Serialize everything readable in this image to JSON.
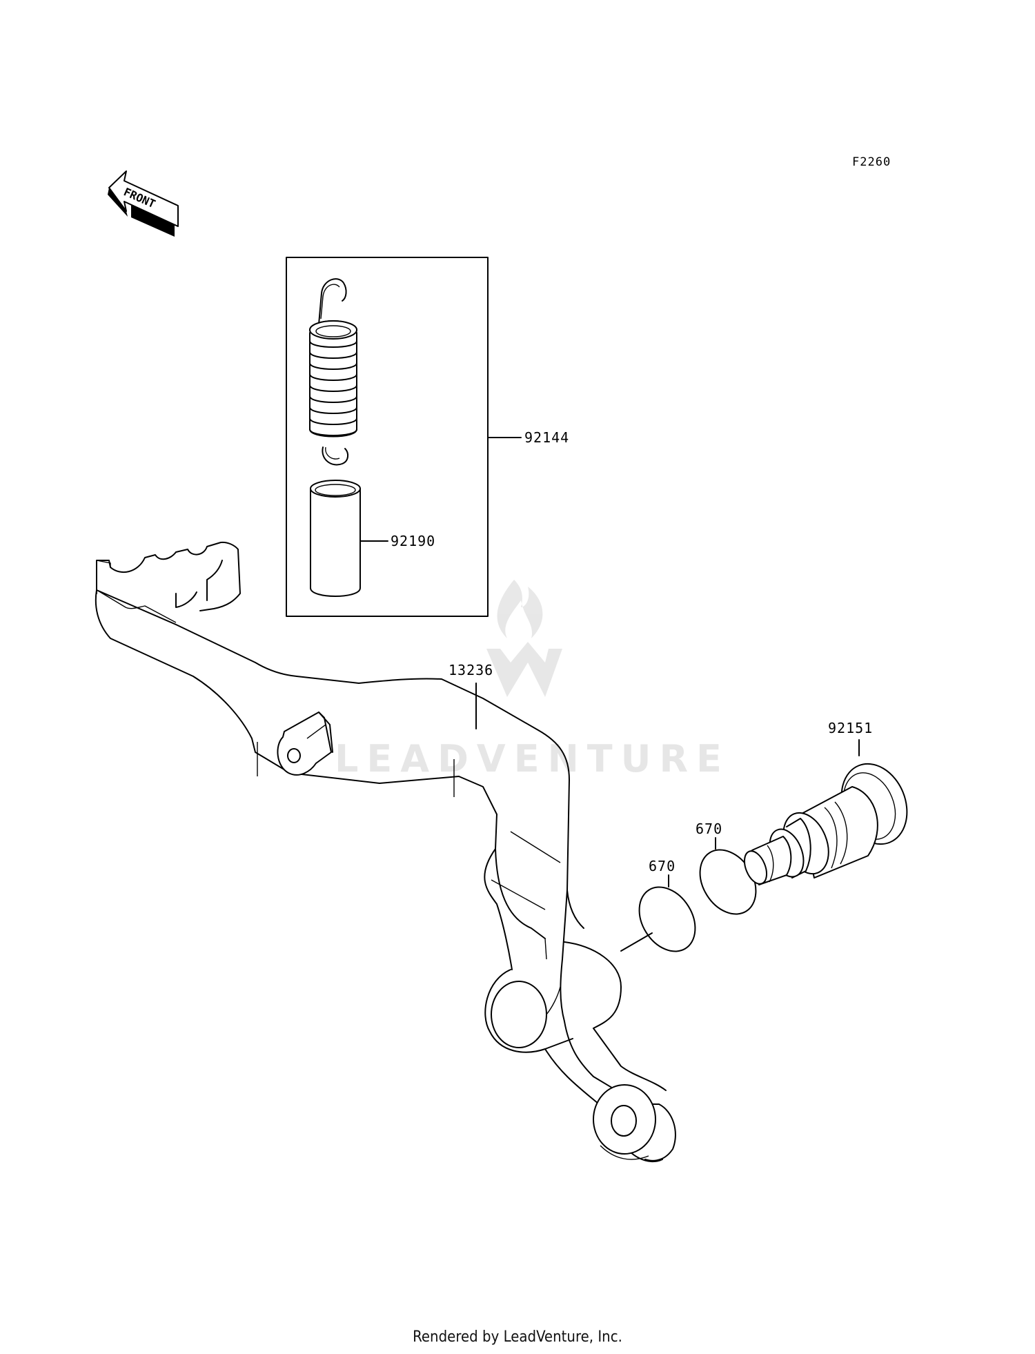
{
  "diagram": {
    "code": "F2260",
    "front_label": "FRONT",
    "watermark": "LEADVENTURE",
    "labels": {
      "spring_kit": "92144",
      "spacer": "92190",
      "pedal": "13236",
      "shaft": "92151",
      "oring_left": "670",
      "oring_right": "670"
    },
    "icons": [
      "front-arrow-icon",
      "leadventure-logo-icon"
    ]
  },
  "footer": {
    "text": "Rendered by LeadVenture, Inc."
  }
}
